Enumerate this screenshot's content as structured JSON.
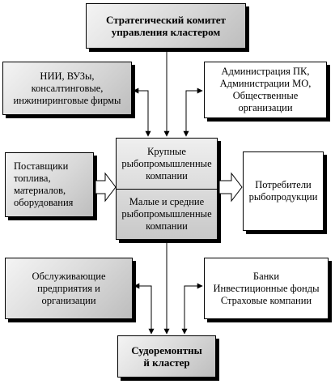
{
  "committee": {
    "label": "Стратегический комитет\nуправления кластером"
  },
  "research": {
    "label": "НИИ, ВУЗы,\nконсалтинговые,\nинжиниринговые фирмы"
  },
  "administration": {
    "label": "Администрация ПК,\nАдминистрации МО,\nОбщественные\nорганизации"
  },
  "suppliers": {
    "label": "Поставщики\nтоплива,\nматериалов,\nоборудования"
  },
  "center": {
    "large": "Крупные\nрыбопромышленные\nкомпании",
    "small": "Малые и средние\nрыбопромышленные\nкомпании"
  },
  "consumers": {
    "label": "Потребители\nрыбопродукции"
  },
  "service": {
    "label": "Обслуживающие\nпредприятия и\nорганизации"
  },
  "finance": {
    "label": "Банки\nИнвестиционные фонды\nСтраховые компании"
  },
  "shiprepair": {
    "label": "Судоремонтны\nй кластер"
  }
}
